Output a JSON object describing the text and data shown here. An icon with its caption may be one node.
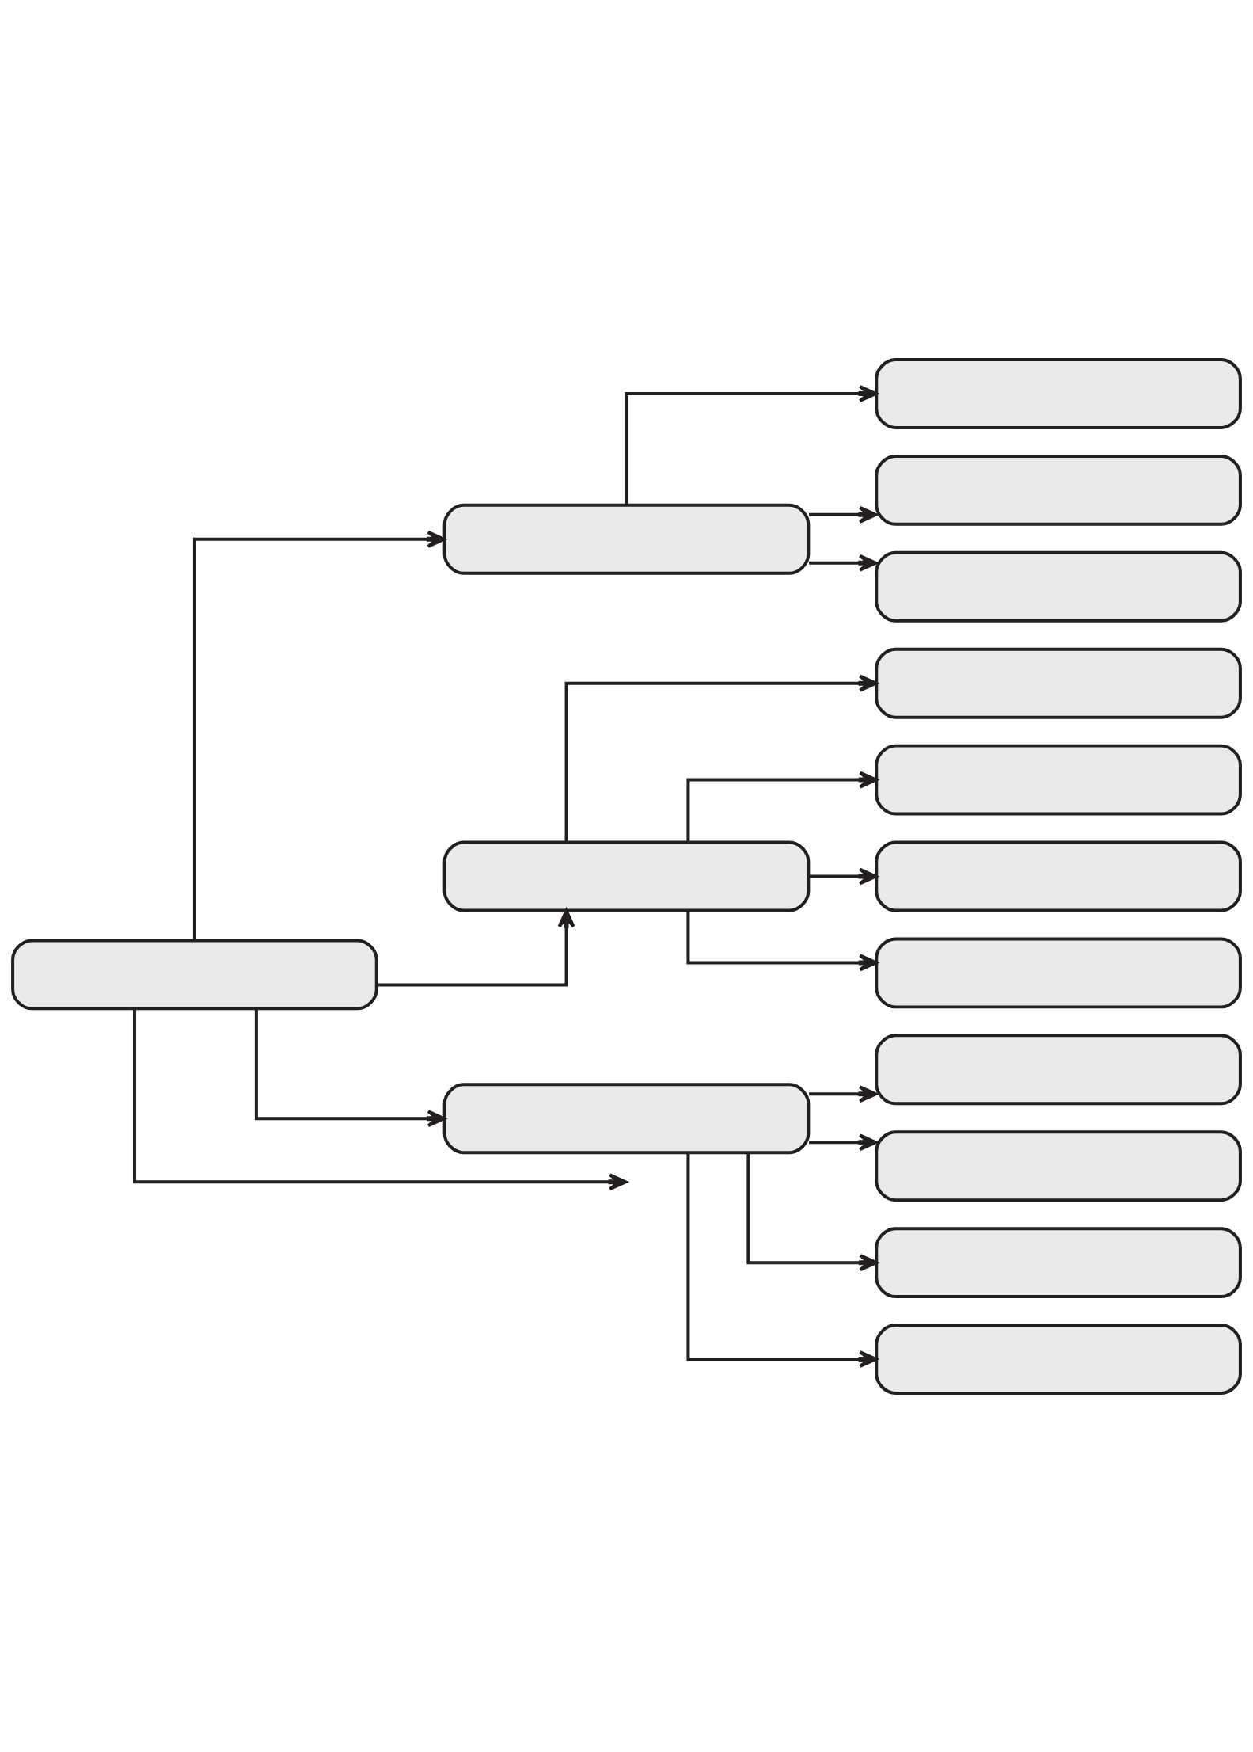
{
  "diagram": {
    "nodes": [
      {
        "text": [],
        "shape": "box"
      },
      {
        "text": [],
        "shape": "box"
      },
      {
        "text": [],
        "shape": "box"
      },
      {
        "text": [],
        "shape": "box"
      },
      {
        "text": [],
        "shape": "box"
      },
      {
        "text": [],
        "shape": "box"
      },
      {
        "text": [],
        "shape": "box"
      },
      {
        "text": [],
        "shape": "box"
      },
      {
        "text": [],
        "shape": "box"
      },
      {
        "text": [],
        "shape": "box"
      },
      {
        "text": [],
        "shape": "box"
      },
      {
        "text": [],
        "shape": "box"
      },
      {
        "text": [],
        "shape": "box"
      },
      {
        "text": [],
        "shape": "box"
      },
      {
        "text": [],
        "shape": "box"
      }
    ],
    "edges": [
      {
        "from": 0,
        "to": 1,
        "arrow": "to"
      },
      {
        "from": 1,
        "to": 2,
        "arrow": "to"
      },
      {
        "from": 1,
        "to": 3,
        "arrow": "to"
      },
      {
        "from": 1,
        "to": 4,
        "arrow": "to"
      },
      {
        "from": 0,
        "to": 5,
        "arrow": "to"
      },
      {
        "from": 5,
        "to": 6,
        "arrow": "to"
      },
      {
        "from": 5,
        "to": 7,
        "arrow": "to"
      },
      {
        "from": 5,
        "to": 8,
        "arrow": "to"
      },
      {
        "from": 5,
        "to": 9,
        "arrow": "to"
      },
      {
        "from": 0,
        "to": 10,
        "arrow": "to"
      },
      {
        "from": 10,
        "to": 11,
        "arrow": "to"
      },
      {
        "from": 10,
        "to": 12,
        "arrow": "to"
      },
      {
        "from": 10,
        "to": 13,
        "arrow": "to"
      },
      {
        "from": 10,
        "to": 14,
        "arrow": "to"
      },
      {
        "from": 0,
        "to": null,
        "arrow": "to"
      }
    ]
  }
}
